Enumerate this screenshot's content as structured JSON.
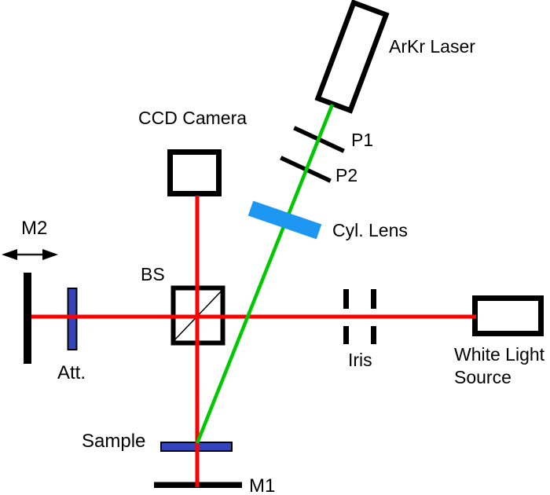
{
  "diagram": {
    "type": "optical-setup-schematic",
    "labels": {
      "laser": "ArKr Laser",
      "p1": "P1",
      "p2": "P2",
      "cyl_lens": "Cyl. Lens",
      "ccd": "CCD Camera",
      "bs": "BS",
      "m2": "M2",
      "att": "Att.",
      "iris": "Iris",
      "wls_line1": "White Light",
      "wls_line2": "Source",
      "sample": "Sample",
      "m1": "M1"
    },
    "colors": {
      "beam_red": "#ff0000",
      "beam_green": "#00c800",
      "lens_blue": "#1e97f2",
      "filter_blue": "#3444bb",
      "component_black": "#000000"
    }
  }
}
